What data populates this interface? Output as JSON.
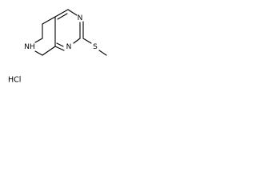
{
  "molecule": {
    "atoms": {
      "n_pyrimidine_top": "N",
      "n_pyrimidine_bottom": "N",
      "n_piperidine": "NH",
      "s_thioether": "S"
    },
    "salt": "HCl"
  },
  "colors": {
    "bond": "#000000",
    "text": "#000000",
    "background": "#ffffff"
  }
}
